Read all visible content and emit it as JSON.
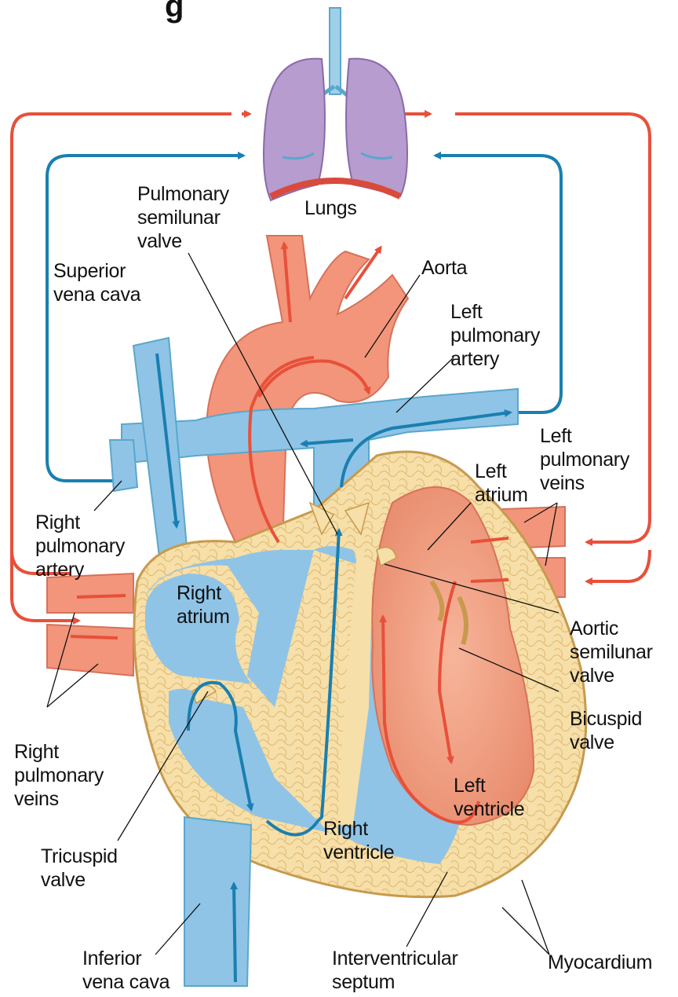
{
  "diagram": {
    "title_fragment": "g",
    "labels": {
      "lungs": "Lungs",
      "pulmonary_semilunar_valve": "Pulmonary\nsemilunar\nvalve",
      "superior_vena_cava": "Superior\nvena cava",
      "aorta": "Aorta",
      "left_pulmonary_artery": "Left\npulmonary\nartery",
      "left_pulmonary_veins": "Left\npulmonary\nveins",
      "left_atrium": "Left\natrium",
      "right_pulmonary_artery": "Right\npulmonary\nartery",
      "right_atrium": "Right\natrium",
      "aortic_semilunar_valve": "Aortic\nsemilunar\nvalve",
      "bicuspid_valve": "Bicuspid\nvalve",
      "right_pulmonary_veins": "Right\npulmonary\nveins",
      "tricuspid_valve": "Tricuspid\nvalve",
      "left_ventricle": "Left\nventricle",
      "right_ventricle": "Right\nventricle",
      "inferior_vena_cava": "Inferior\nvena cava",
      "interventricular_septum": "Interventricular\nseptum",
      "myocardium": "Myocardium"
    },
    "colors": {
      "oxygenated": "#e8503a",
      "deoxygenated": "#1a7fb0",
      "vessel_blue": "#8fc4e6",
      "vessel_red": "#f2957a",
      "lung_purple": "#b79ccf",
      "myocardium": "#f6dfa8"
    }
  }
}
